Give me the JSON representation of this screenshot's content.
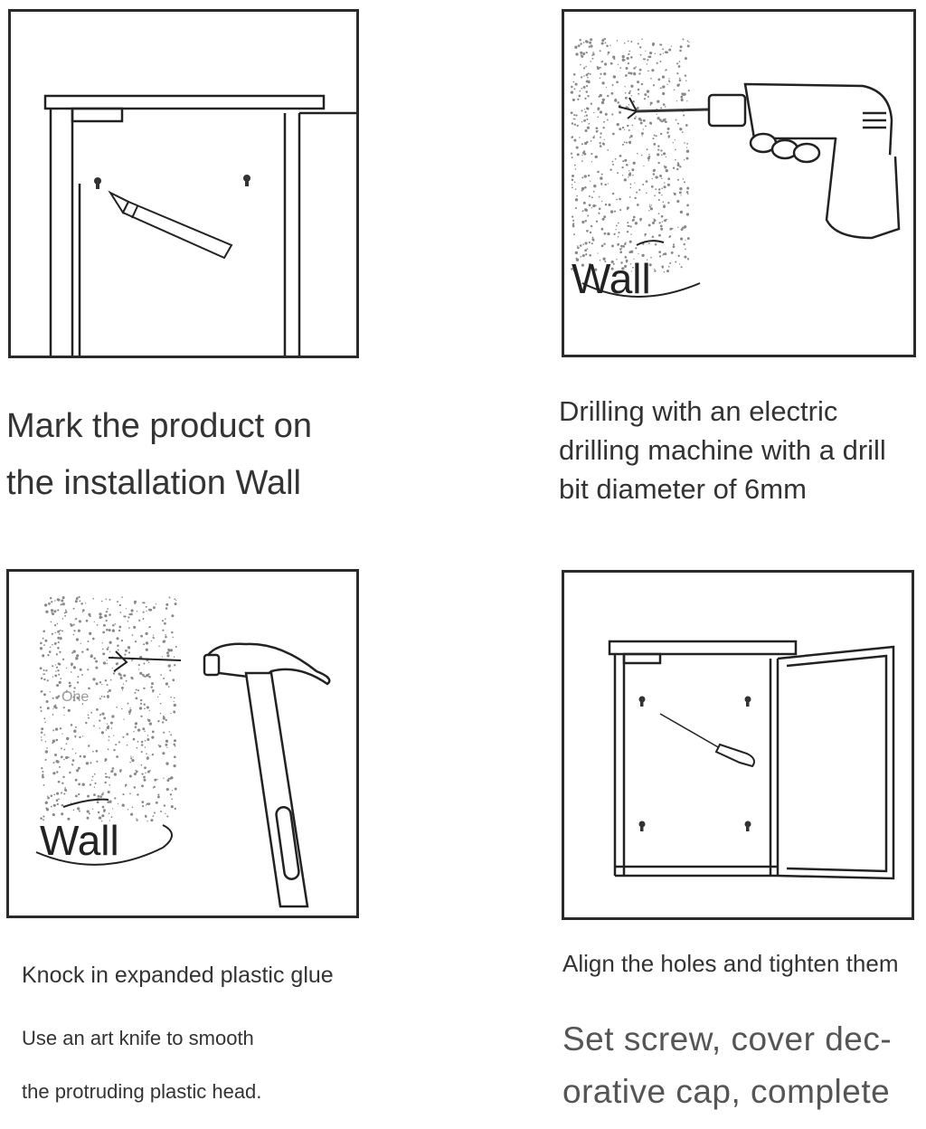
{
  "steps": [
    {
      "caption": "Mark the product on the installation Wall"
    },
    {
      "caption": "Drilling with an electric drilling machine with a drill bit diameter of 6mm",
      "wall_label": "Wall"
    },
    {
      "caption_line1": "Knock in expanded plastic glue",
      "caption_line2": "Use an art knife to smooth",
      "caption_line3": "the protruding plastic head.",
      "wall_label": "Wall",
      "small_label": "One"
    },
    {
      "caption_line1": "Align the holes and tighten them",
      "caption_line2": "Set screw, cover dec- orative cap, complete"
    }
  ],
  "icons": [
    "pencil-icon",
    "electric-drill-icon",
    "hammer-icon",
    "screwdriver-icon"
  ]
}
